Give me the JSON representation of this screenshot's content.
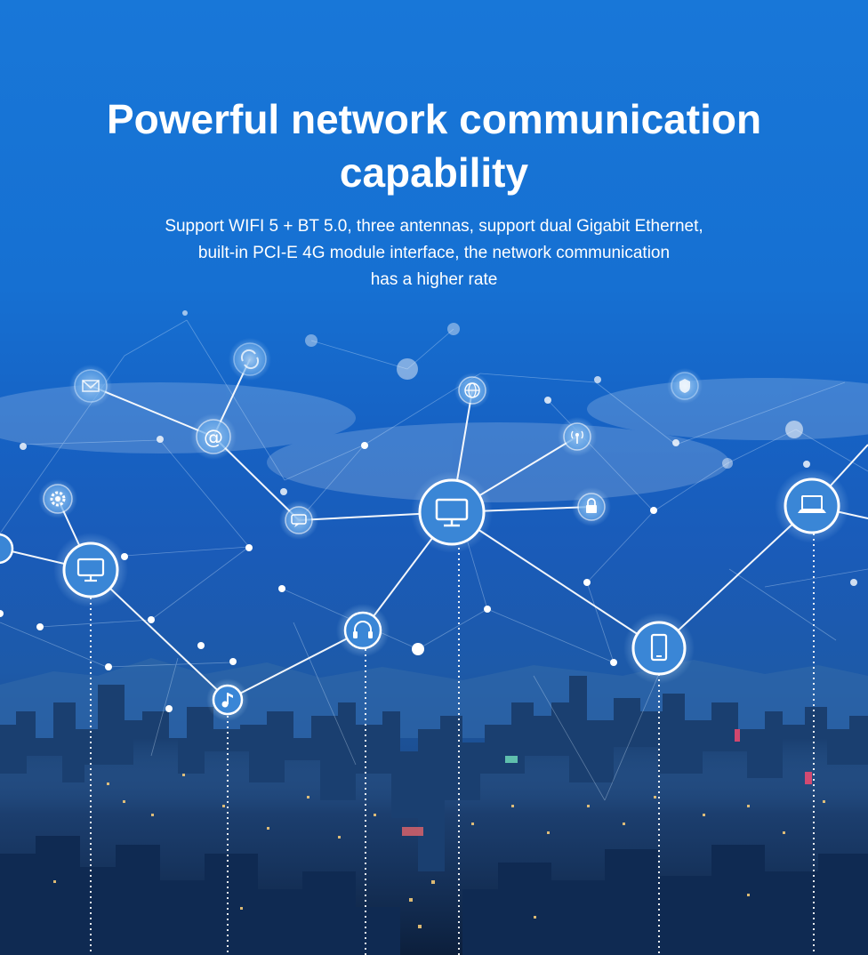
{
  "hero": {
    "title_line1": "Powerful network communication",
    "title_line2": "capability",
    "desc_line1": "Support WIFI 5 + BT 5.0, three antennas, support dual Gigabit Ethernet,",
    "desc_line2": "built-in PCI-E 4G module interface, the network communication",
    "desc_line3": "has a higher rate"
  },
  "network_icons": [
    "mail-icon",
    "sync-icon",
    "globe-icon",
    "shield-icon",
    "at-icon",
    "wifi-antenna-icon",
    "settings-icon",
    "chat-icon",
    "monitor-icon",
    "lock-icon",
    "laptop-icon",
    "headphones-icon",
    "smartphone-icon",
    "music-icon"
  ],
  "colors": {
    "sky_top": "#1877d8",
    "sky_bottom": "#12305a",
    "node_glow": "#bfe3ff",
    "line": "#e6f2ff"
  }
}
